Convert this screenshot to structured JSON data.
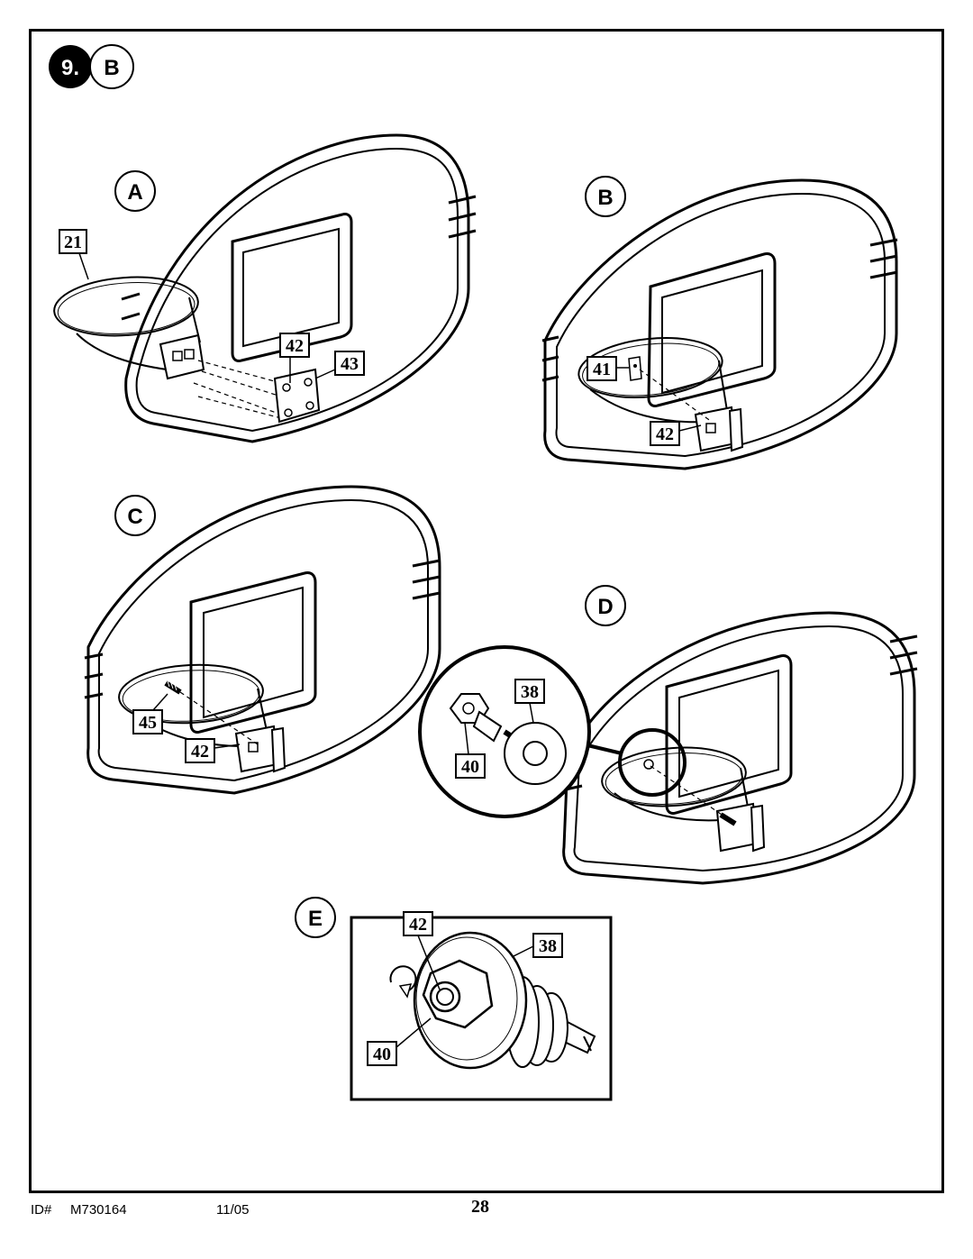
{
  "step": {
    "number": "9.",
    "variant": "B"
  },
  "panels": {
    "a": {
      "letter": "A",
      "callouts": [
        "21",
        "42",
        "43"
      ]
    },
    "b": {
      "letter": "B",
      "callouts": [
        "41",
        "42"
      ]
    },
    "c": {
      "letter": "C",
      "callouts": [
        "45",
        "42"
      ]
    },
    "d": {
      "letter": "D",
      "callouts": [
        "38",
        "40"
      ]
    },
    "e": {
      "letter": "E",
      "callouts": [
        "42",
        "38",
        "40"
      ]
    }
  },
  "footer": {
    "id_label": "ID#",
    "model": "M730164",
    "date": "11/05",
    "page_number": "28"
  }
}
